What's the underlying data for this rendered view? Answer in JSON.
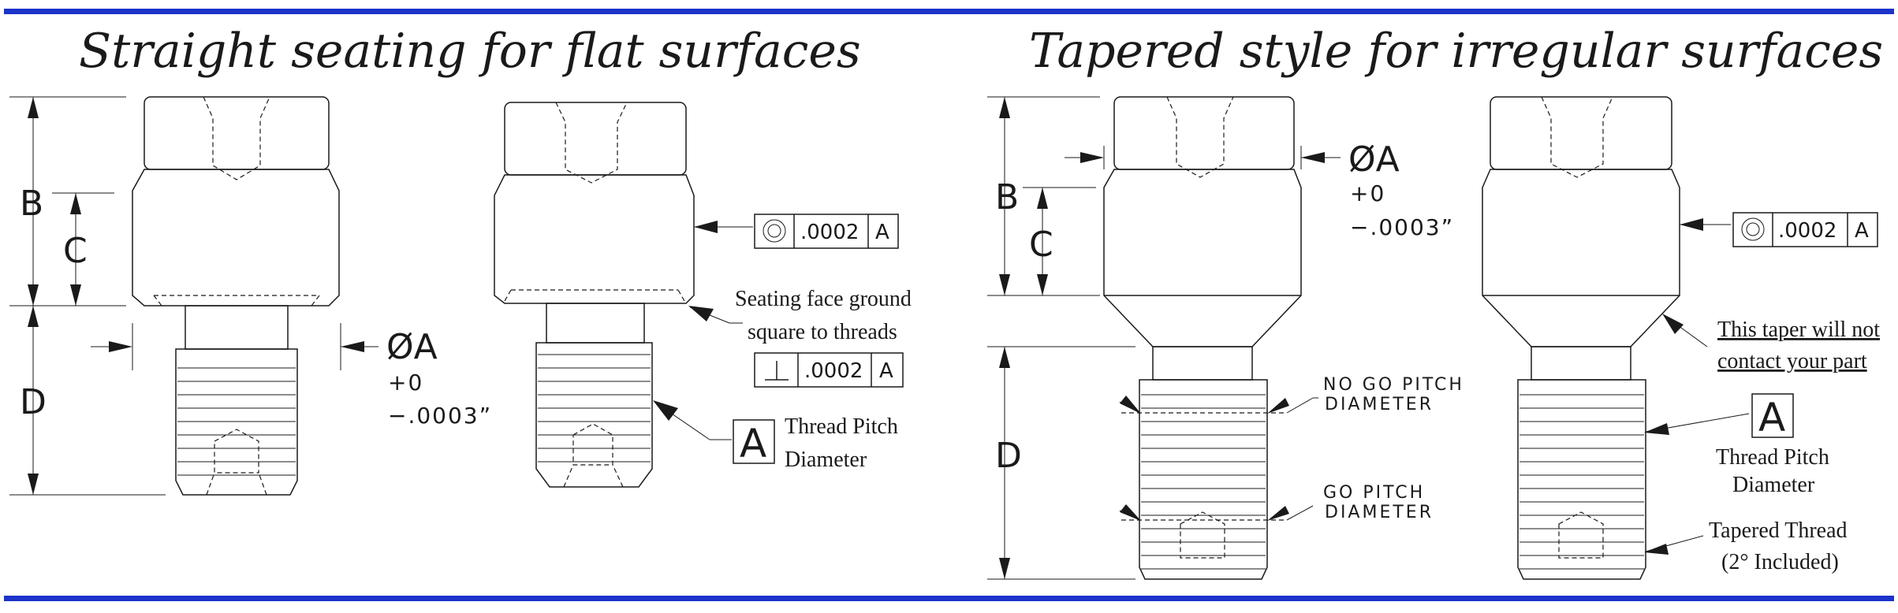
{
  "colors": {
    "rule": "#1b33c9",
    "ink": "#1a1a1a"
  },
  "left_panel": {
    "title": "Straight seating for flat surfaces",
    "dim_b": "B",
    "dim_c": "C",
    "dim_d": "D",
    "dia_label": "ØA",
    "tol_plus": "+0",
    "tol_minus": "−.0003”",
    "fcf_concentricity": {
      "value": ".0002",
      "datum": "A"
    },
    "fcf_perpendicularity": {
      "value": ".0002",
      "datum": "A"
    },
    "seating_note_line1": "Seating face ground",
    "seating_note_line2": "square to threads",
    "datum_letter": "A",
    "thread_note_line1": "Thread Pitch",
    "thread_note_line2": "Diameter"
  },
  "right_panel": {
    "title": "Tapered style for irregular surfaces",
    "dim_b": "B",
    "dim_c": "C",
    "dim_d": "D",
    "dia_label": "ØA",
    "tol_plus": "+0",
    "tol_minus": "−.0003”",
    "nogo_line1": "NO GO PITCH",
    "nogo_line2": "DIAMETER",
    "go_line1": "GO PITCH",
    "go_line2": "DIAMETER",
    "fcf_concentricity": {
      "value": ".0002",
      "datum": "A"
    },
    "taper_note_line1": "This taper will not",
    "taper_note_line2": "contact your part",
    "datum_letter": "A",
    "thread_note_line1": "Thread Pitch",
    "thread_note_line2": "Diameter",
    "tapered_note_line1": "Tapered Thread",
    "tapered_note_line2": "(2° Included)"
  }
}
